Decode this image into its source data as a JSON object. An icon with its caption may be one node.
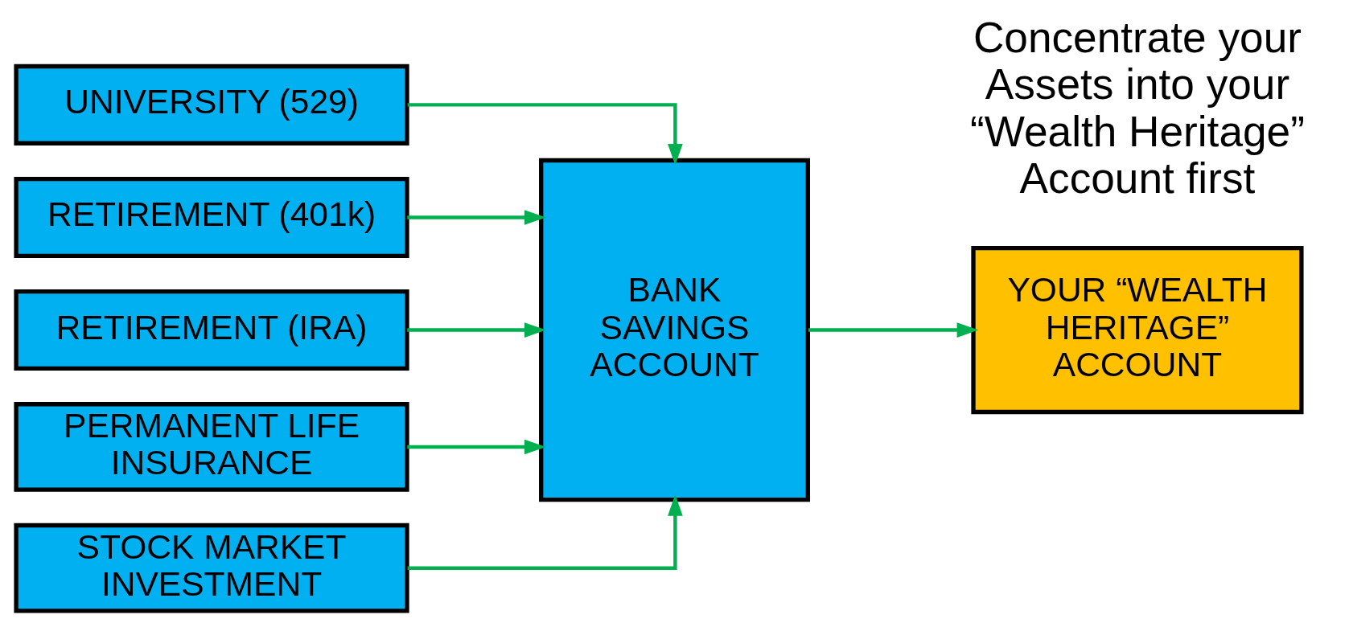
{
  "diagram": {
    "nodes": [
      {
        "text": [
          "UNIVERSITY (529)"
        ]
      },
      {
        "text": [
          "RETIREMENT (401k)"
        ]
      },
      {
        "text": [
          "RETIREMENT (IRA)"
        ]
      },
      {
        "text": [
          "PERMANENT LIFE INSURANCE"
        ]
      },
      {
        "text": [
          "STOCK MARKET INVESTMENT"
        ]
      },
      {
        "text": [
          "BANK SAVINGS ACCOUNT"
        ]
      },
      {
        "text": [
          "YOUR “WEALTH HERITAGE” ACCOUNT"
        ]
      }
    ],
    "edges": [
      {
        "from": 0,
        "to": 5,
        "arrow": "to"
      },
      {
        "from": 1,
        "to": 5,
        "arrow": "to"
      },
      {
        "from": 2,
        "to": 5,
        "arrow": "to"
      },
      {
        "from": 3,
        "to": 5,
        "arrow": "to"
      },
      {
        "from": 4,
        "to": 5,
        "arrow": "to"
      },
      {
        "from": 5,
        "to": 6,
        "arrow": "to"
      }
    ],
    "labels": [
      "Concentrate your Assets into your “Wealth Heritage” Account first"
    ]
  }
}
